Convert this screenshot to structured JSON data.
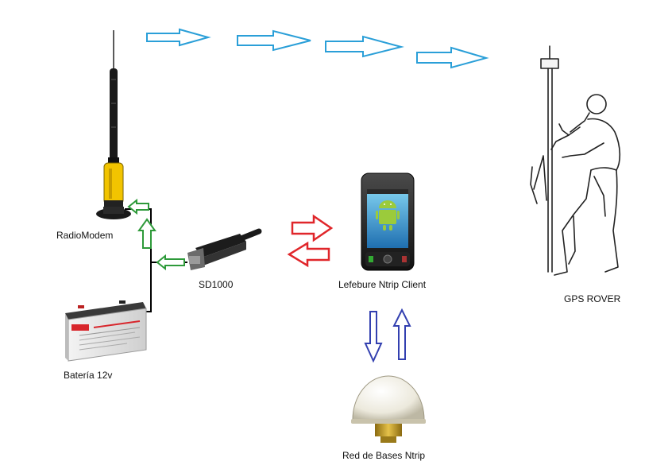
{
  "labels": {
    "radiomodem": "RadioModem",
    "sd1000": "SD1000",
    "bateria": "Batería 12v",
    "ntrip_client": "Lefebure Ntrip Client",
    "gps_rover": "GPS ROVER",
    "red_bases": "Red de Bases Ntrip"
  },
  "colors": {
    "radio_arrows": "#2a9fd8",
    "power_arrows": "#2e9a3a",
    "bluetooth_arrows": "#e0262a",
    "internet_arrows": "#3340b0",
    "modem_body": "#f2c400",
    "battery_logo": "#d8262c"
  },
  "icons": {
    "antenna": "radio-antenna-icon",
    "serial_device": "serial-bluetooth-device-icon",
    "battery": "battery-icon",
    "phone": "android-phone-icon",
    "rover": "gps-rover-surveyor-icon",
    "dome": "gnss-antenna-dome-icon"
  }
}
